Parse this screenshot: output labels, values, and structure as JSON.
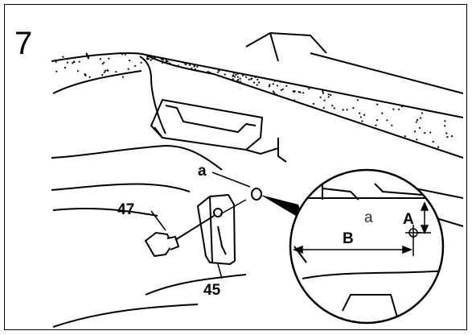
{
  "step_number": "7",
  "labels": {
    "callout_a": "a",
    "part_47": "47",
    "part_45": "45",
    "detail_a": "a",
    "dim_A": "A",
    "dim_B": "B"
  }
}
